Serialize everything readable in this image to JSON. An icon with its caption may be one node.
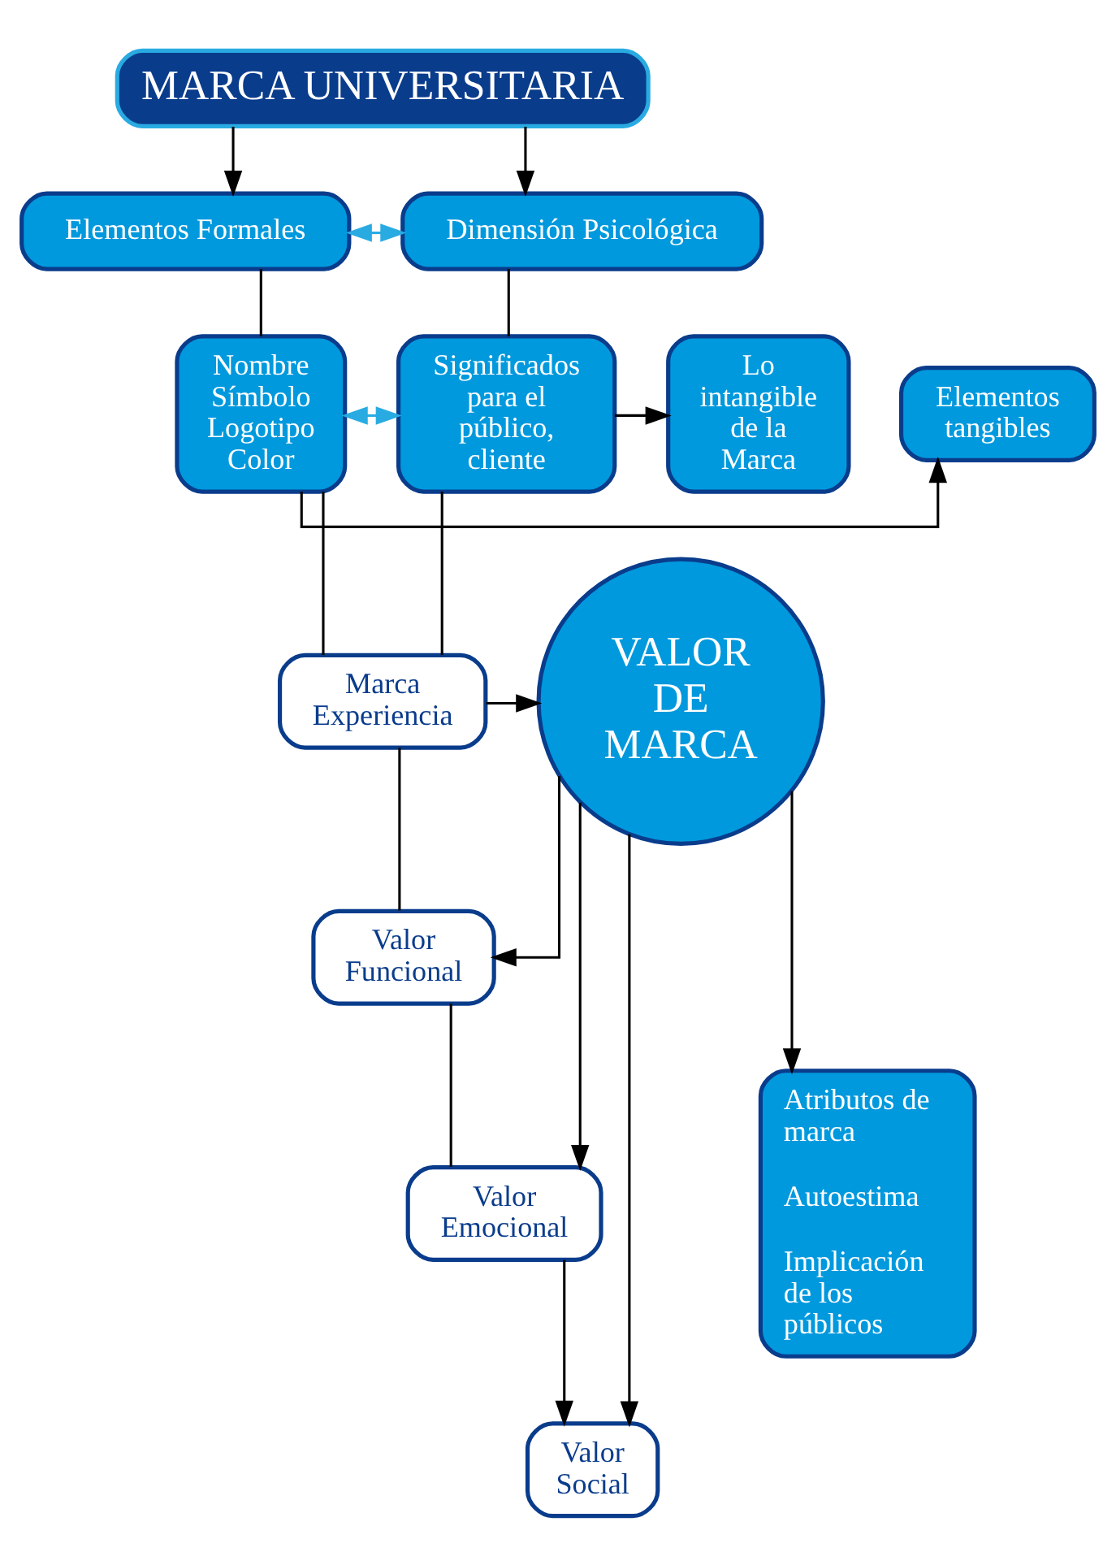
{
  "diagram": {
    "nodes": [
      {
        "text": [
          "MARCA UNIVERSITARIA"
        ]
      },
      {
        "text": [
          "Elementos Formales"
        ]
      },
      {
        "text": [
          "Dimensión Psicológica"
        ]
      },
      {
        "text": [
          "Elementos tangibles"
        ]
      },
      {
        "text": [
          "Nombre Símbolo Logotipo Color"
        ]
      },
      {
        "text": [
          "Significados para el público, cliente"
        ]
      },
      {
        "text": [
          "Lo intangible de la Marca"
        ]
      },
      {
        "text": [
          "Marca Experiencia"
        ]
      },
      {
        "text": [
          "VALOR DE MARCA"
        ]
      },
      {
        "text": [
          "Valor Funcional"
        ]
      },
      {
        "text": [
          "Valor Emocional"
        ]
      },
      {
        "text": [
          "Valor Social"
        ]
      },
      {
        "text": [
          "Atributos de marca",
          "Autoestima",
          "Implicación de los públicos"
        ]
      }
    ],
    "edges": [
      {
        "from": 0,
        "to": 1,
        "arrow": "to"
      },
      {
        "from": 0,
        "to": 2,
        "arrow": "to"
      },
      {
        "from": 1,
        "to": 2,
        "arrow": "both",
        "color": "#29abe2"
      },
      {
        "from": 1,
        "to": 4,
        "arrow": "none"
      },
      {
        "from": 2,
        "to": 5,
        "arrow": "none"
      },
      {
        "from": 4,
        "to": 3,
        "arrow": "to"
      },
      {
        "from": 4,
        "to": 5,
        "arrow": "both",
        "color": "#29abe2"
      },
      {
        "from": 5,
        "to": 6,
        "arrow": "to"
      },
      {
        "from": 4,
        "to": 7,
        "arrow": "none"
      },
      {
        "from": 5,
        "to": 7,
        "arrow": "none"
      },
      {
        "from": 7,
        "to": 8,
        "arrow": "to"
      },
      {
        "from": 7,
        "to": 9,
        "arrow": "none"
      },
      {
        "from": 9,
        "to": 10,
        "arrow": "none"
      },
      {
        "from": 10,
        "to": 11,
        "arrow": "to"
      },
      {
        "from": 8,
        "to": 9,
        "arrow": "to"
      },
      {
        "from": 8,
        "to": 10,
        "arrow": "to"
      },
      {
        "from": 8,
        "to": 11,
        "arrow": "to"
      },
      {
        "from": 8,
        "to": 12,
        "arrow": "to"
      }
    ]
  }
}
